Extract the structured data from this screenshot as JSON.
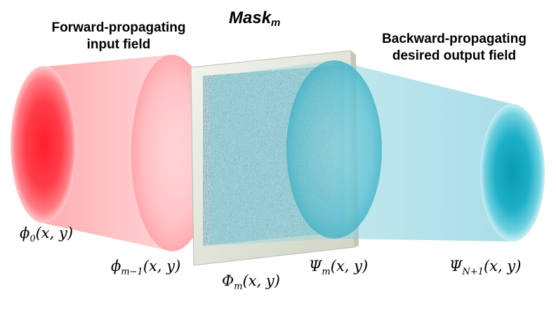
{
  "labels": {
    "forward_line1": "Forward-propagating",
    "forward_line2": "input field",
    "backward_line1": "Backward-propagating",
    "backward_line2": "desired output field",
    "mask_base": "Mask",
    "mask_sub": "m",
    "phi0_sym": "ϕ",
    "phi0_sub": "0",
    "phim1_sym": "ϕ",
    "phim1_sub": "m−1",
    "Phim_sym": "Φ",
    "Phim_sub": "m",
    "Psim_sym": "Ψ",
    "Psim_sub": "m",
    "PsiN1_sym": "Ψ",
    "PsiN1_sub": "N+1",
    "args": "(x, y)"
  },
  "colors": {
    "forward": "#ff3b47",
    "backward": "#1aa9c2",
    "mask_frame": "#dfe3d6"
  }
}
